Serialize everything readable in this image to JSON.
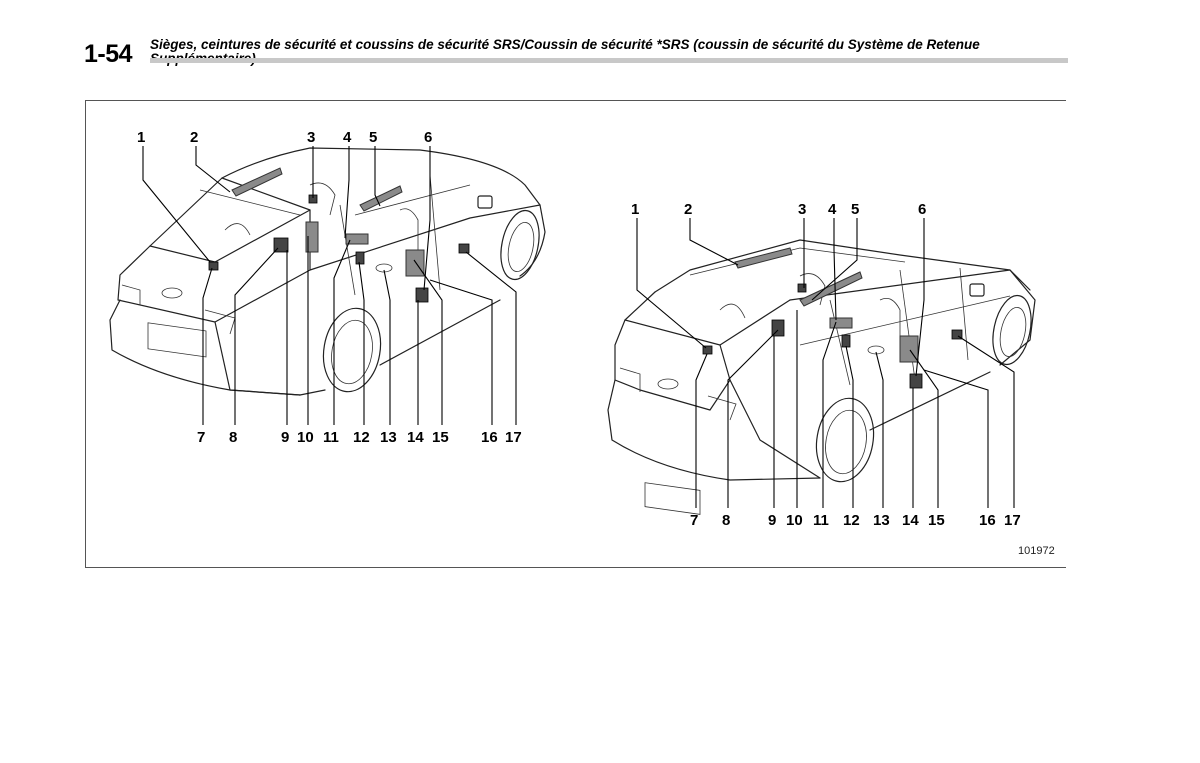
{
  "header": {
    "page_number": "1-54",
    "title": "Sièges, ceintures de sécurité et coussins de sécurité SRS/Coussin de sécurité *SRS (coussin de sécurité du Système de Retenue Supplémentaire)"
  },
  "figure": {
    "id": "101972",
    "sedan_callouts": [
      "1",
      "2",
      "3",
      "4",
      "5",
      "6",
      "7",
      "8",
      "9",
      "10",
      "11",
      "12",
      "13",
      "14",
      "15",
      "16",
      "17"
    ],
    "wagon_callouts": [
      "1",
      "2",
      "3",
      "4",
      "5",
      "6",
      "7",
      "8",
      "9",
      "10",
      "11",
      "12",
      "13",
      "14",
      "15",
      "16",
      "17"
    ]
  }
}
